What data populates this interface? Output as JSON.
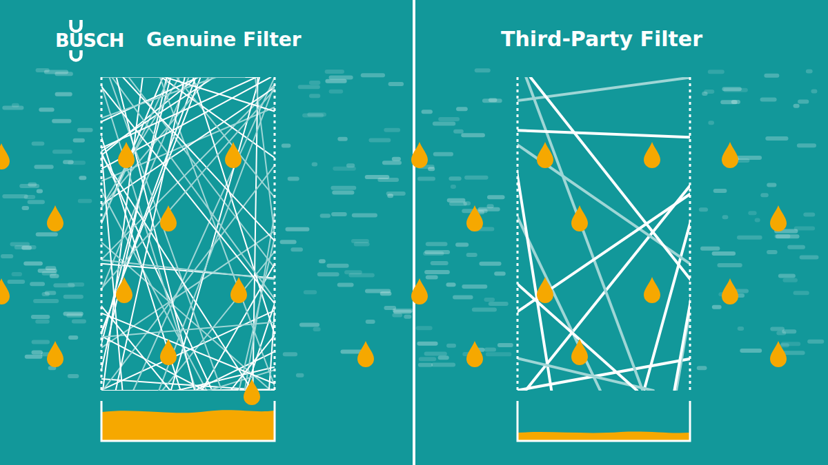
{
  "diagram": {
    "labels": [
      "BUSCH",
      "Genuine Filter",
      "Third-Party Filter"
    ]
  }
}
